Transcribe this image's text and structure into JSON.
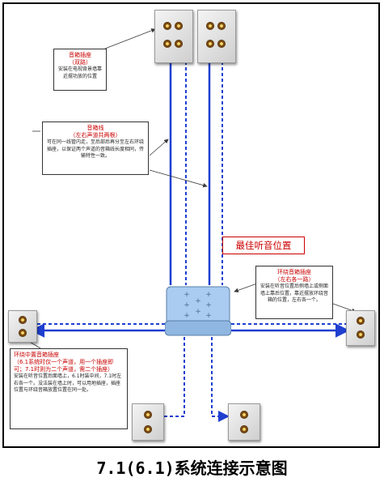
{
  "notes": {
    "speaker_socket": {
      "title": "音箱插座",
      "subtitle": "（双路）",
      "body": "安装在电视背景墙靠近摆功放的位置"
    },
    "speaker_wire": {
      "title": "音箱线",
      "subtitle": "（左右声道共两根）",
      "body": "可在同一线管内走，至后部后再分至左右环绕插座，以保证两个声道的音箱线长度相同，传输特性一致。"
    },
    "surround_socket": {
      "title": "环绕音箱插座",
      "subtitle": "（左右各一路）",
      "body": "安装在听音位置后侧墙上或侧面墙上靠后位置，靠近摆放环绕音箱的位置，左右各一个。"
    },
    "surround_center_socket": {
      "title": "环绕中置音箱插座",
      "subtitle": "（6.1系统时仅一个声道，用一个插座即可；7.1时则为二个声道，需二个插座）",
      "body": "安装在听音位置后面墙上，6.1时装中间，7.1时左右各一个。没法装在墙上时，可以用地插座，插座位置与环绕音箱放置位置在同一处。"
    }
  },
  "best_position_label": "最佳听音位置",
  "caption": "7.1(6.1)系统连接示意图",
  "colors": {
    "wire": "#1f3fd0",
    "arrow_line": "#3a3a3a",
    "note_title": "#c80000",
    "chair": "#a9ccf0"
  }
}
